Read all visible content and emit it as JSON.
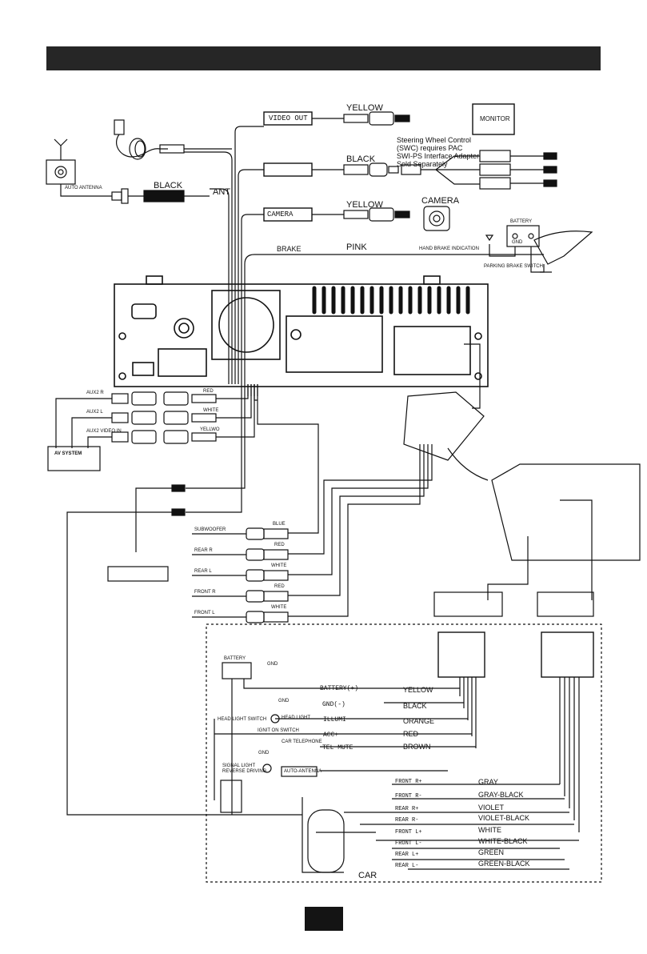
{
  "labels": {
    "video_out": "VIDEO OUT",
    "yellow_video_out": "YELLOW",
    "monitor": "MONITOR",
    "swc_note": [
      "Steering Wheel Control",
      "(SWC) requires PAC",
      "SWI-PS Interface Adapter",
      "Sold Separately"
    ],
    "black_swc": "BLACK",
    "black_ant": "BLACK",
    "ant": "ANT",
    "auto_antenna_top": "AUTO ANTENNA",
    "camera_box": "CAMERA",
    "yellow_camera": "YELLOW",
    "camera": "CAMERA",
    "battery_top": "BATTERY",
    "gnd_top": "GND",
    "brake": "BRAKE",
    "pink": "PINK",
    "hand_brake": "HAND BRAKE INDICATION",
    "parking_brake": "PARKING BRAKE SWITCH",
    "aux2_r": "AUX2  R",
    "aux2_l": "AUX2  L",
    "aux2_video": "AUX2  VIDEO IN",
    "red_aux": "RED",
    "white_aux": "WHITE",
    "yellwo_aux": "YELLWO",
    "av_system": "AV SYSTEM",
    "subwoofer": "SUBWOOFER",
    "blue": "BLUE",
    "rear_r_rca": "REAR R",
    "red_rear": "RED",
    "rear_l_rca": "REAR L",
    "white_rear": "WHITE",
    "front_r_rca": "FRONT R",
    "red_front": "RED",
    "front_l_rca": "FRONT L",
    "white_front": "WHITE",
    "battery_low": "BATTERY",
    "gnd_low_1": "GND",
    "gnd_low_2": "GND",
    "gnd_low_3": "GND",
    "head_light_switch": "HEAD LIGHT SWITCH",
    "head_light": "HEAD LIGHT",
    "ignition_switch": "IGNIT ON SWITCH",
    "car_telephone": "CAR TELEPHONE",
    "signal_light": [
      "SIGNAL LIGHT",
      "REVERSE DRIVING"
    ],
    "auto_antenna_low": "AUTO-ANTENNA",
    "car": "CAR"
  },
  "power_wires": [
    {
      "signal": "BATTERY(+)",
      "color": "YELLOW"
    },
    {
      "signal": "GND(-)",
      "color": "BLACK"
    },
    {
      "signal": "ILLUMI",
      "color": "ORANGE"
    },
    {
      "signal": "ACC+",
      "color": "RED"
    },
    {
      "signal": "TEL  MUTE",
      "color": "BROWN"
    }
  ],
  "speaker_wires": [
    {
      "signal": "FRONT R+",
      "color": "GRAY"
    },
    {
      "signal": "FRONT R-",
      "color": "GRAY-BLACK"
    },
    {
      "signal": "REAR R+",
      "color": "VIOLET"
    },
    {
      "signal": "REAR R-",
      "color": "VIOLET-BLACK"
    },
    {
      "signal": "FRONT L+",
      "color": "WHITE"
    },
    {
      "signal": "FRONT L-",
      "color": "WHITE-BLACK"
    },
    {
      "signal": "REAR L+",
      "color": "GREEN"
    },
    {
      "signal": "REAR L-",
      "color": "GREEN-BLACK"
    }
  ]
}
